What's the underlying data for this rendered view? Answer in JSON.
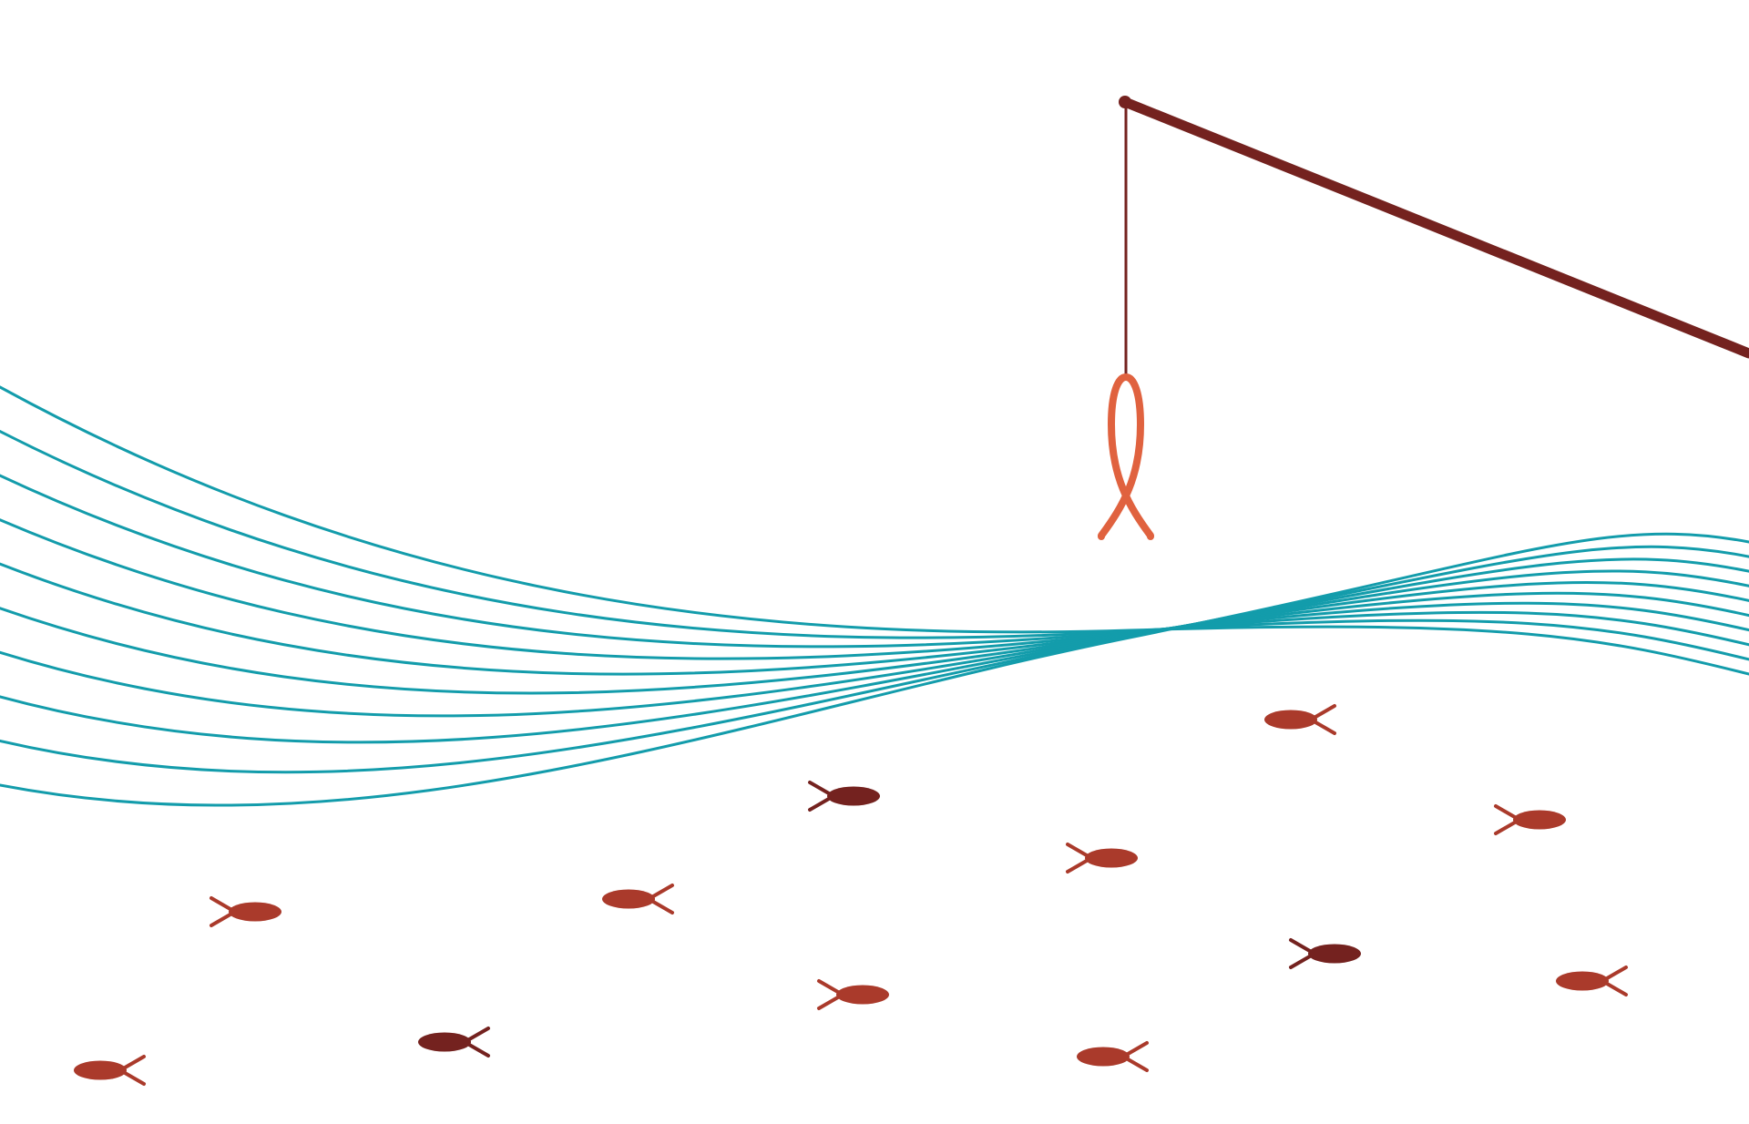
{
  "scene": {
    "background": "#ffffff",
    "colors": {
      "water": "#139cab",
      "rod": "#74221f",
      "line": "#74221f",
      "bait_fish": "#e0623f",
      "fish_red": "#aa3a2b",
      "fish_dark": "#74221f"
    },
    "elements": {
      "fishing_rod": "fishing-rod",
      "fishing_line": "fishing-line",
      "bait": "fish-symbol-icon",
      "waves": "water-waves",
      "school": "school-of-fish"
    },
    "fish_count": 13
  }
}
